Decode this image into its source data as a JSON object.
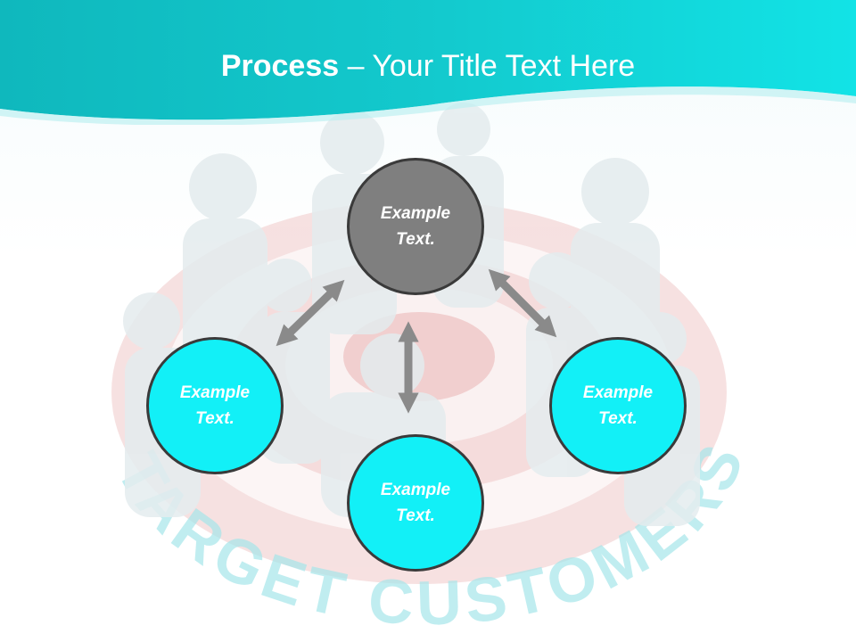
{
  "slide": {
    "title_bold": "Process",
    "title_rest": " – Your Title Text Here"
  },
  "nodes": [
    {
      "line1": "Example",
      "line2": "Text.",
      "fill": "#7f7f7f"
    },
    {
      "line1": "Example",
      "line2": "Text.",
      "fill": "#12f0f7"
    },
    {
      "line1": "Example",
      "line2": "Text.",
      "fill": "#12f0f7"
    },
    {
      "line1": "Example",
      "line2": "Text.",
      "fill": "#12f0f7"
    }
  ],
  "background": {
    "target_text": "TARGET CUSTOMERS",
    "header_color": "#11c4c9",
    "arrow_color": "#8a8a8a"
  }
}
